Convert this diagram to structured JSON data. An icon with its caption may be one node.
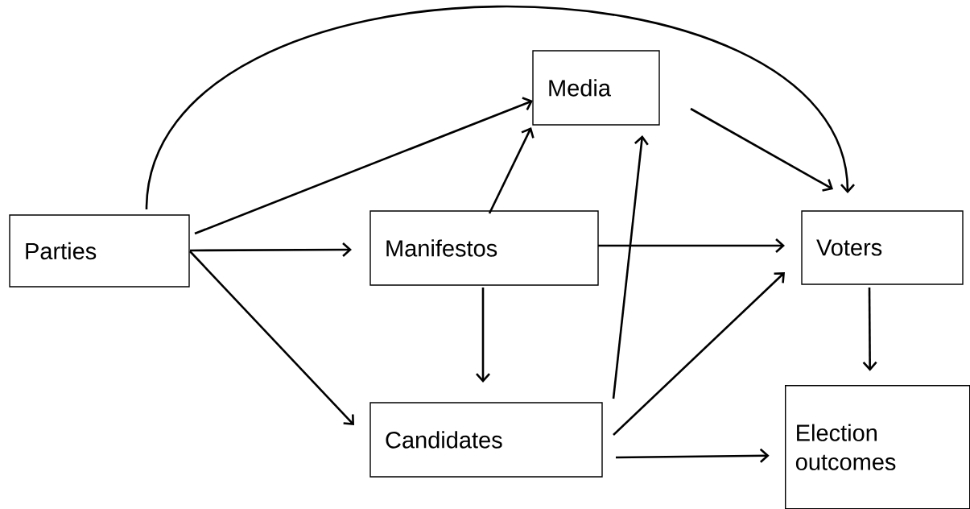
{
  "diagram": {
    "nodes": [
      {
        "text": [
          "Parties"
        ]
      },
      {
        "text": [
          "Media"
        ]
      },
      {
        "text": [
          "Manifestos"
        ]
      },
      {
        "text": [
          "Voters"
        ]
      },
      {
        "text": [
          "Candidates"
        ]
      },
      {
        "text": [
          "Election outcomes"
        ]
      }
    ],
    "edges": [
      {
        "from": 0,
        "to": 1,
        "arrow": "to"
      },
      {
        "from": 0,
        "to": 2,
        "arrow": "to"
      },
      {
        "from": 0,
        "to": 4,
        "arrow": "to"
      },
      {
        "from": 0,
        "to": 3,
        "arrow": "to"
      },
      {
        "from": 2,
        "to": 1,
        "arrow": "to"
      },
      {
        "from": 2,
        "to": 3,
        "arrow": "to"
      },
      {
        "from": 2,
        "to": 4,
        "arrow": "to"
      },
      {
        "from": 1,
        "to": 3,
        "arrow": "to"
      },
      {
        "from": 4,
        "to": 1,
        "arrow": "to"
      },
      {
        "from": 4,
        "to": 3,
        "arrow": "to"
      },
      {
        "from": 4,
        "to": 5,
        "arrow": "to"
      },
      {
        "from": 3,
        "to": 5,
        "arrow": "to"
      }
    ]
  }
}
